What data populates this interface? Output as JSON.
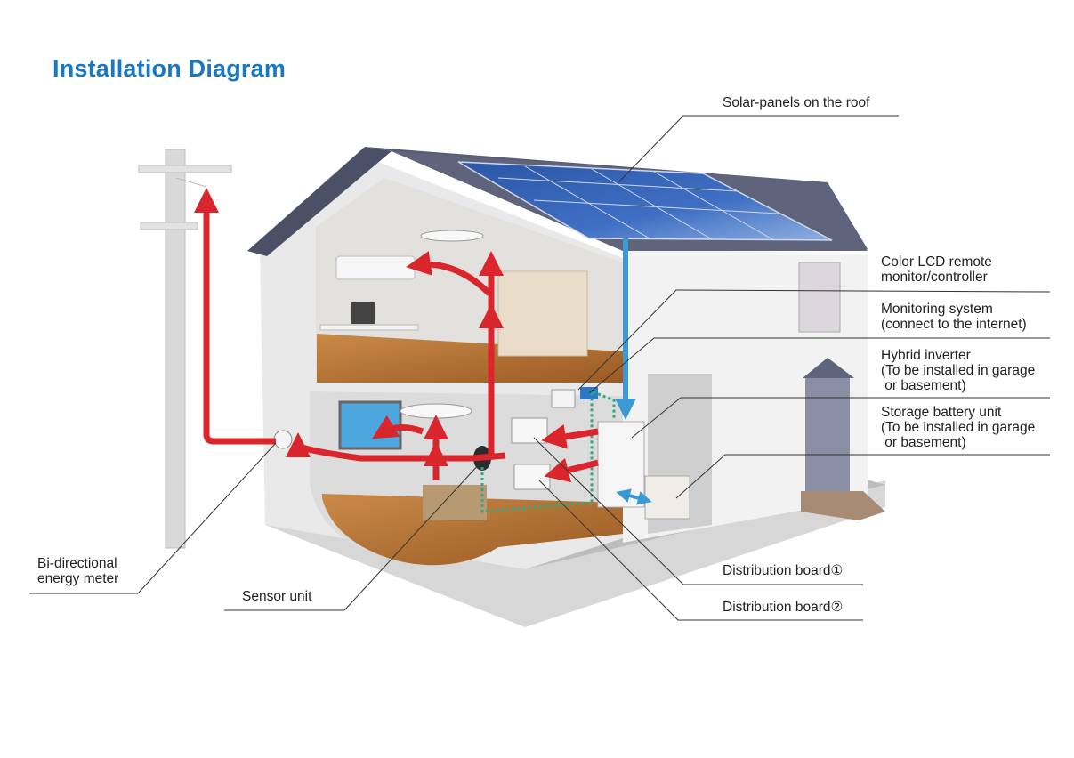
{
  "title": "Installation Diagram",
  "colors": {
    "title": "#1a78c2",
    "power_flow": "#d8262c",
    "solar_flow": "#3b9ad6",
    "data_link": "#2ea982",
    "roof": "#4b5066"
  },
  "labels": {
    "solar_panels": "Solar-panels on the roof",
    "lcd_remote_1": "Color LCD remote",
    "lcd_remote_2": "monitor/controller",
    "monitoring_1": "Monitoring system",
    "monitoring_2": "(connect to the internet)",
    "inverter_1": "Hybrid inverter",
    "inverter_2": "(To be installed in garage",
    "inverter_3": " or basement)",
    "battery_1": "Storage battery unit",
    "battery_2": "(To be installed in garage",
    "battery_3": " or basement)",
    "dist_board_1": "Distribution board①",
    "dist_board_2": "Distribution board②",
    "sensor_unit": "Sensor unit",
    "meter_1": "Bi-directional",
    "meter_2": "energy meter"
  }
}
